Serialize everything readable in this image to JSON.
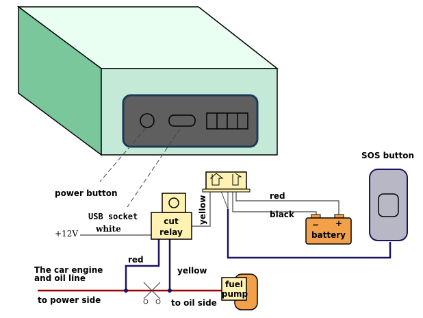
{
  "labels": {
    "power_button": "power button",
    "usb_socket": "USB socket",
    "plus12v": "+12V",
    "white": "white",
    "cut": "cut",
    "relay": "relay",
    "yellow_vertical": "yellow",
    "red_top": "red",
    "black": "black",
    "battery_minus": "−",
    "battery_plus": "+",
    "battery": "battery",
    "sos_button": "SOS button",
    "red_bottom": "red",
    "yellow_bottom": "yellow",
    "car_engine_line1": "The car engine",
    "car_engine_line2": "and oil line",
    "to_power_side": "to power side",
    "to_oil_side": "to oil side",
    "fuel": "fuel",
    "pump": "pump"
  },
  "colors": {
    "device_front": "#c4ead7",
    "device_top": "#e8fff2",
    "device_side": "#79c79b",
    "panel": "#5f5f5f",
    "panel_border": "#1c3a55",
    "relay_fill": "#fff2b2",
    "battery_fill": "#f2a14a",
    "fuel_pump_fill": "#f2a14a",
    "sos_fill": "#b7b7c6",
    "car_line": "#990000",
    "wire_dark": "#1a1460"
  }
}
